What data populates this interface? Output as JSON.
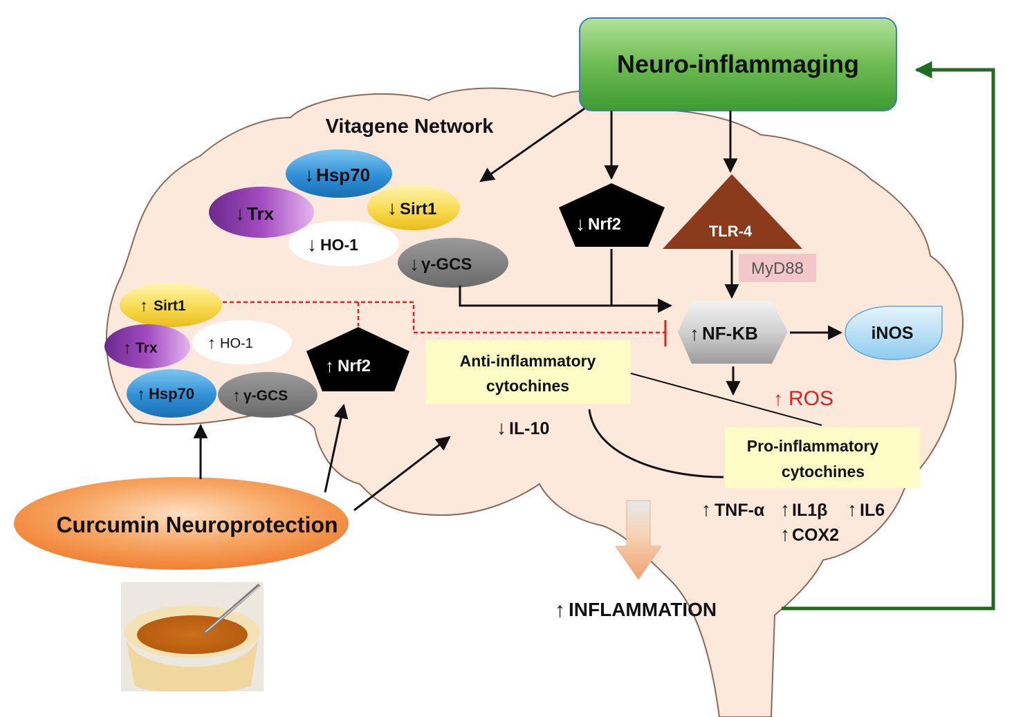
{
  "title": "Neuro-inflammaging",
  "network_title": "Vitagene Network",
  "curcumin_label": "Curcumin Neuroprotection",
  "vitagene_down": {
    "hsp70": "Hsp70",
    "trx": "Trx",
    "sirt1": "Sirt1",
    "ho1": "HO-1",
    "ygcs": "γ-GCS"
  },
  "vitagene_up": {
    "sirt1": "Sirt1",
    "trx": "Trx",
    "ho1": "HO-1",
    "hsp70": "Hsp70",
    "ygcs": "γ-GCS"
  },
  "nrf2_down": "Nrf2",
  "nrf2_up": "Nrf2",
  "tlr4": "TLR-4",
  "myd88": "MyD88",
  "nfkb": "NF-KB",
  "inos": "iNOS",
  "ros": "ROS",
  "anti_inflammatory": {
    "line1": "Anti-inflammatory",
    "line2": "cytochines"
  },
  "il10": "IL-10",
  "pro_inflammatory": {
    "line1": "Pro-inflammatory",
    "line2": "cytochines"
  },
  "tnfa": "TNF-α",
  "il1b": "IL1β",
  "il6": "IL6",
  "cox2": "COX2",
  "inflammation": "INFLAMMATION",
  "arrows": {
    "up": "↑",
    "down": "↓"
  },
  "colors": {
    "brain_fill": "#fde8dc",
    "brain_stroke": "#8a6a5a",
    "title_green": "#5fb04a",
    "feedback_green": "#1f6b1f",
    "inhibition_red": "#e02020",
    "tlr4_brown": "#8b3a1c",
    "myd88_pink": "#f3c7c7",
    "cytokine_box": "#fdfbc6",
    "curcumin_orange": "#f08a3c"
  }
}
